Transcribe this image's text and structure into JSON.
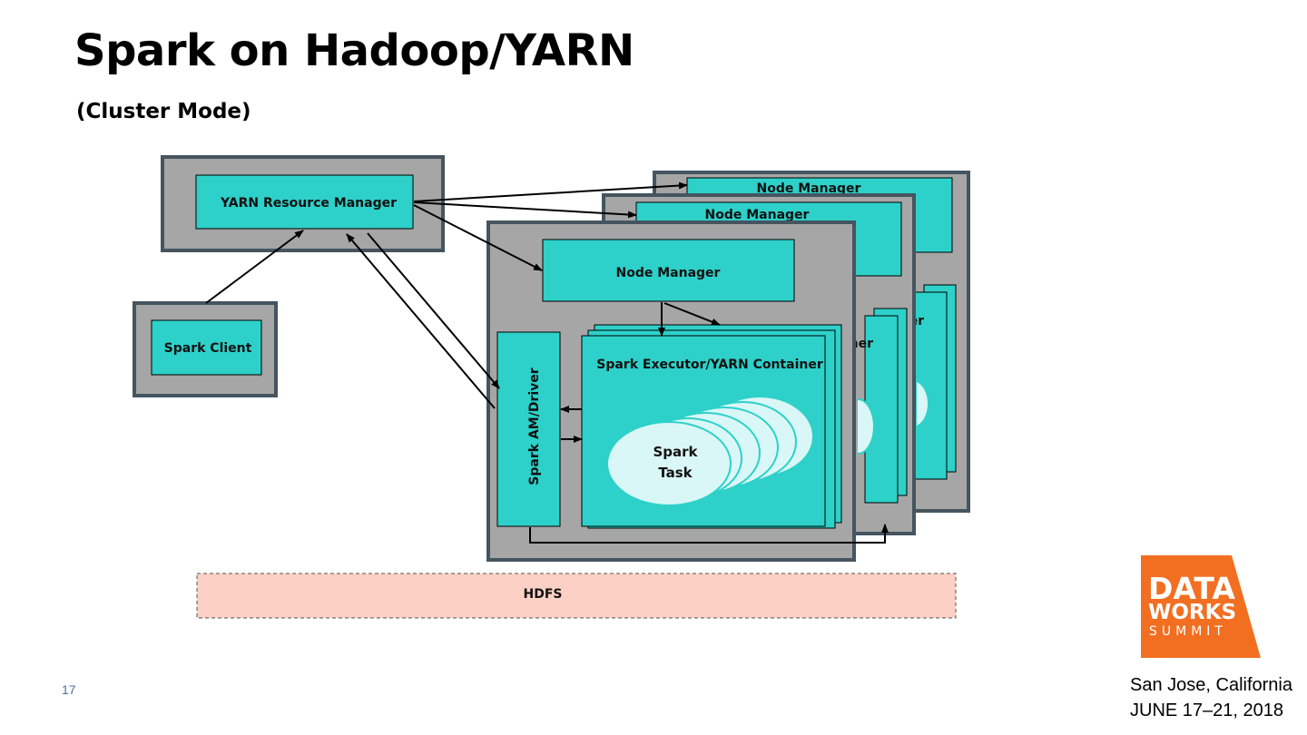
{
  "slide": {
    "title": "Spark on Hadoop/YARN",
    "subtitle": "(Cluster Mode)",
    "page_number": "17"
  },
  "diagram": {
    "resource_manager": "YARN Resource Manager",
    "spark_client": "Spark Client",
    "node_manager": "Node Manager",
    "node_manager_back_1": "Node Manager",
    "node_manager_back_2": "Node Manager",
    "driver": "Spark AM/Driver",
    "executor": "Spark Executor/YARN Container",
    "task_line1": "Spark",
    "task_line2": "Task",
    "partial_label_1": "ner",
    "partial_label_2": "er",
    "hdfs": "HDFS"
  },
  "logo": {
    "line1": "DATA",
    "line2": "WORKS",
    "line3": "SUMMIT",
    "color": "#f26f21"
  },
  "event": {
    "location": "San Jose, California",
    "dates": "JUNE 17–21, 2018"
  },
  "colors": {
    "teal": "#2dd1c9",
    "gray": "#a6a6a6",
    "border": "#455560",
    "task": "#d9f7f6",
    "hdfs": "#fcd0c4"
  }
}
